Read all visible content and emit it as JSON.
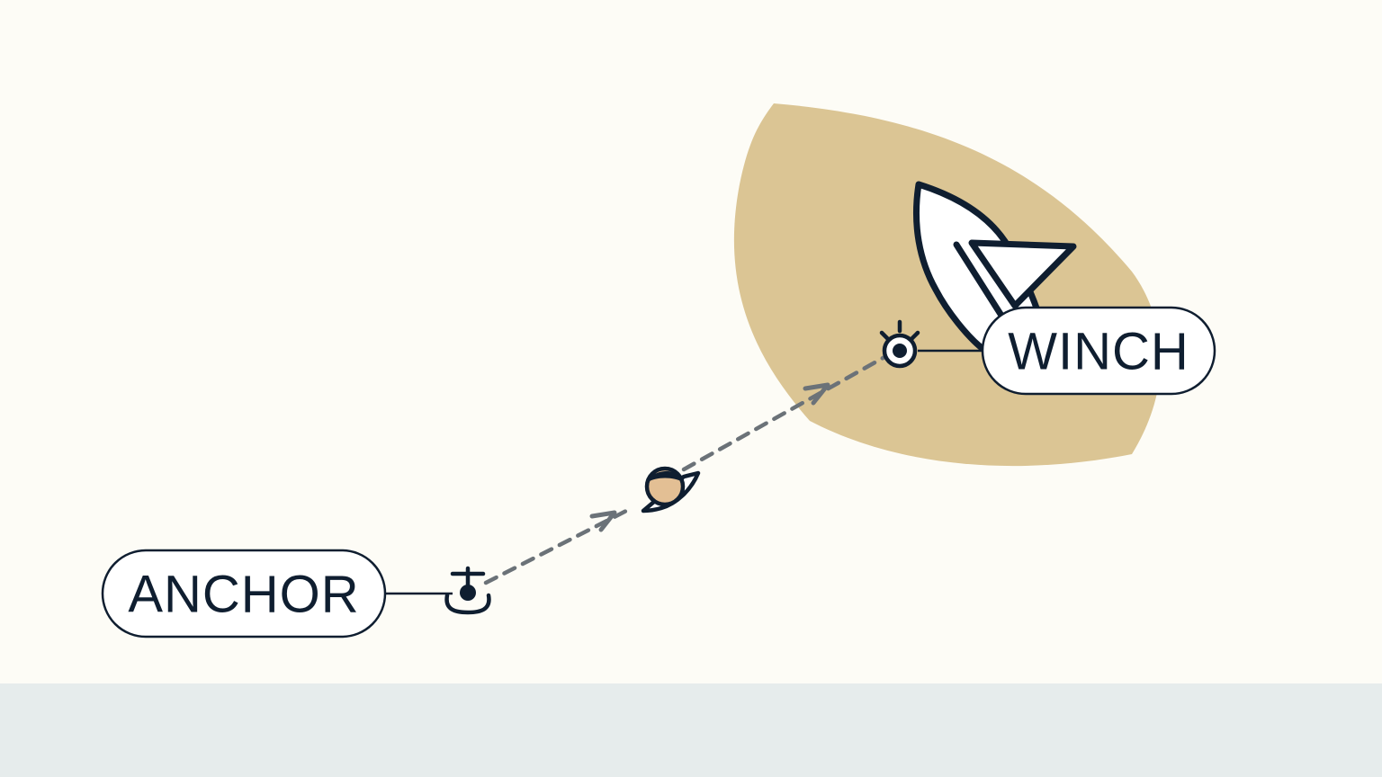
{
  "nodes": {
    "start": {
      "label": "ANCHOR",
      "icon": "anchor-icon"
    },
    "end": {
      "label": "WINCH",
      "icon": "winch-icon"
    }
  },
  "traveler": {
    "icon": "sailor-icon"
  },
  "destination_icon": "sailboat-icon",
  "route": {
    "style": "dashed",
    "direction": "anchor-to-winch",
    "arrows": 2
  },
  "colors": {
    "background": "#FDFCF6",
    "footer": "#E6ECEC",
    "region": "#DBC594",
    "ink": "#0F1E30",
    "route": "#6B7278",
    "skin": "#E3BF94",
    "label_fill": "#FFFFFF"
  }
}
